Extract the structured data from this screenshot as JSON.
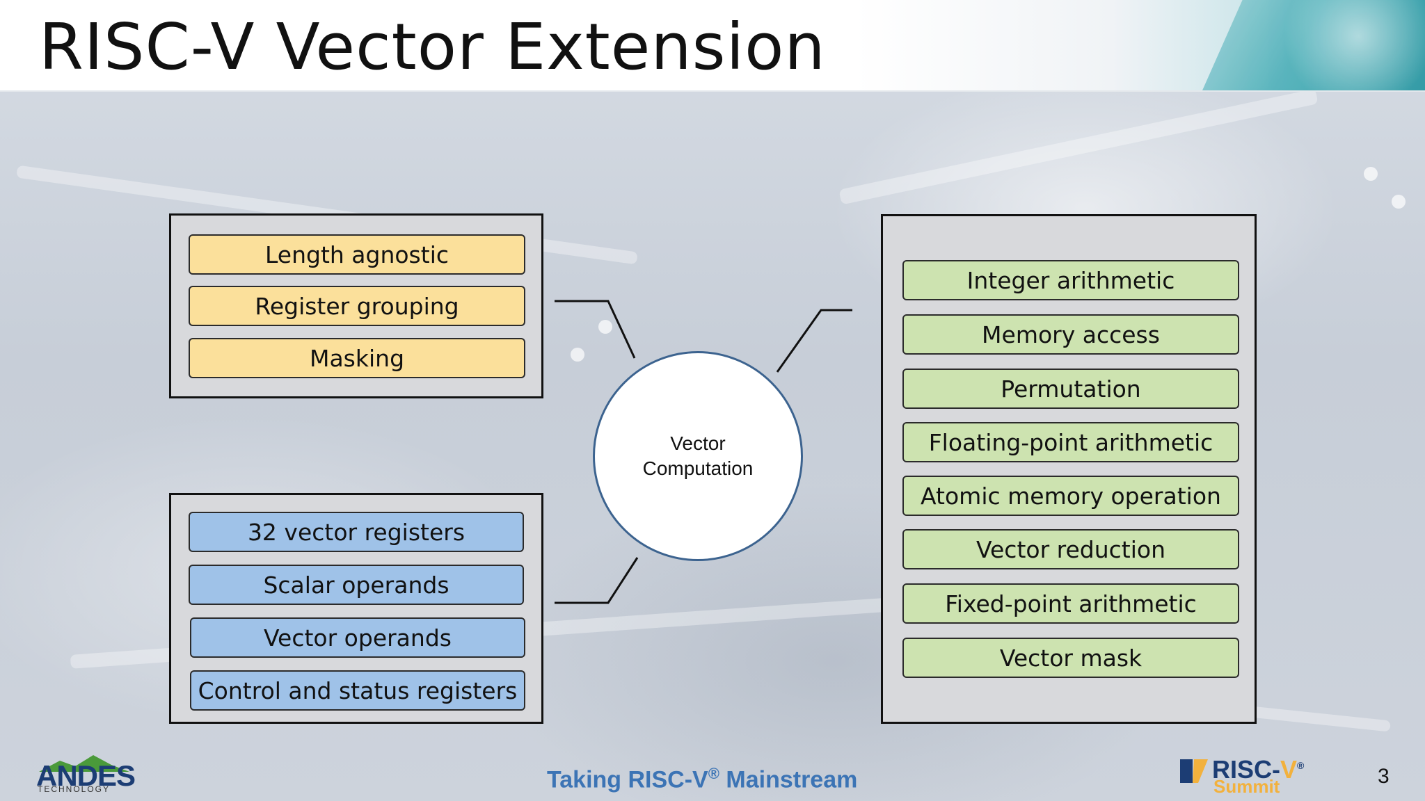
{
  "slide": {
    "title": "RISC-V Vector Extension",
    "hub_label": "Vector\nComputation",
    "footer": {
      "prefix": "Taking RISC-V",
      "reg": "®",
      "suffix": " Mainstream"
    },
    "page_number": "3"
  },
  "groups": {
    "top_left": {
      "items": [
        "Length agnostic",
        "Register grouping",
        "Masking"
      ],
      "color": "#fbe09b"
    },
    "bottom_left": {
      "items": [
        "32 vector registers",
        "Scalar operands",
        "Vector operands",
        "Control and status registers"
      ],
      "color": "#9fc2e8"
    },
    "right": {
      "items": [
        "Integer arithmetic",
        "Memory access",
        "Permutation",
        "Floating-point arithmetic",
        "Atomic memory operation",
        "Vector reduction",
        "Fixed-point arithmetic",
        "Vector mask"
      ],
      "color": "#cde3b0"
    }
  },
  "logos": {
    "andes": {
      "word": "ANDES",
      "sub": "TECHNOLOGY"
    },
    "riscv": {
      "word_a": "RISC-",
      "word_b": "V",
      "reg": "®",
      "sub": "Summit"
    }
  }
}
